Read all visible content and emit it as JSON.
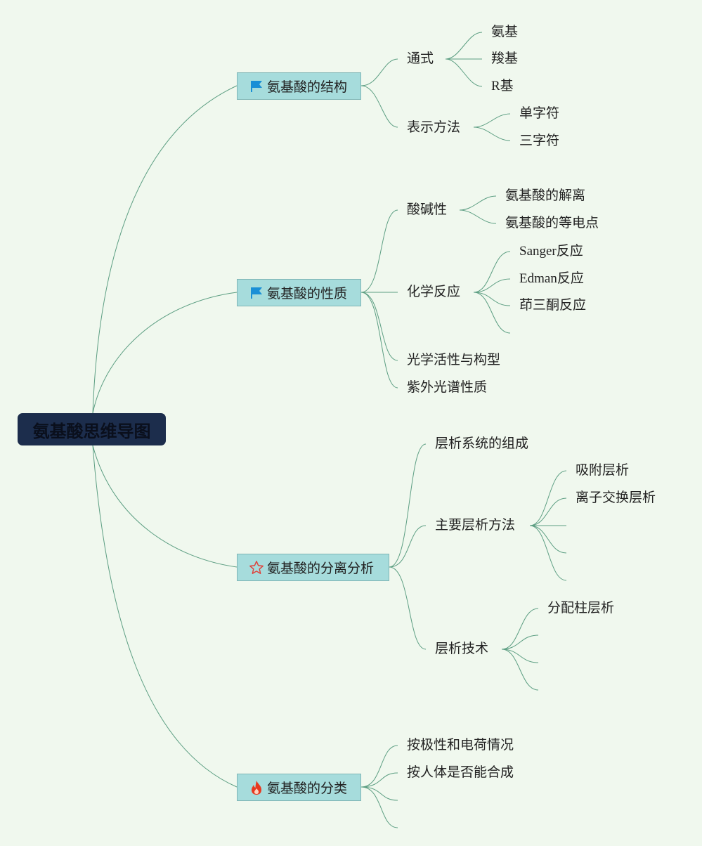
{
  "root": {
    "label": "氨基酸思维导图"
  },
  "topics": {
    "structure": {
      "label": "氨基酸的结构",
      "icon": "blue-flag-icon",
      "children": {
        "general_formula": {
          "label": "通式",
          "children": [
            "氨基",
            "羧基",
            "R基"
          ]
        },
        "notation": {
          "label": "表示方法",
          "children": [
            "单字符",
            "三字符"
          ]
        }
      }
    },
    "properties": {
      "label": "氨基酸的性质",
      "icon": "blue-flag-icon",
      "children": {
        "acid_base": {
          "label": "酸碱性",
          "children": [
            "氨基酸的解离",
            "氨基酸的等电点"
          ]
        },
        "chemical": {
          "label": "化学反应",
          "children": [
            "Sanger反应",
            "Edman反应",
            "茚三酮反应"
          ]
        },
        "optical": {
          "label": "光学活性与构型"
        },
        "uv": {
          "label": "紫外光谱性质"
        }
      }
    },
    "separation": {
      "label": "氨基酸的分离分析",
      "icon": "red-star-outline-icon",
      "children": {
        "system": {
          "label": "层析系统的组成"
        },
        "methods": {
          "label": "主要层析方法",
          "children": [
            "吸附层析",
            "离子交换层析"
          ]
        },
        "techniques": {
          "label": "层析技术",
          "children": [
            "分配柱层析"
          ]
        }
      }
    },
    "classification": {
      "label": "氨基酸的分类",
      "icon": "fire-icon",
      "children": {
        "by_polarity": {
          "label": "按极性和电荷情况"
        },
        "by_synthesis": {
          "label": "按人体是否能合成"
        }
      }
    }
  },
  "colors": {
    "background": "#f0f8ee",
    "connector": "#5c9e82",
    "root_fill": "#1c2d4c",
    "topic_fill": "#a6dcdc",
    "flag": "#1a8fd6",
    "star": "#e0413a",
    "fire": "#e8381f"
  }
}
